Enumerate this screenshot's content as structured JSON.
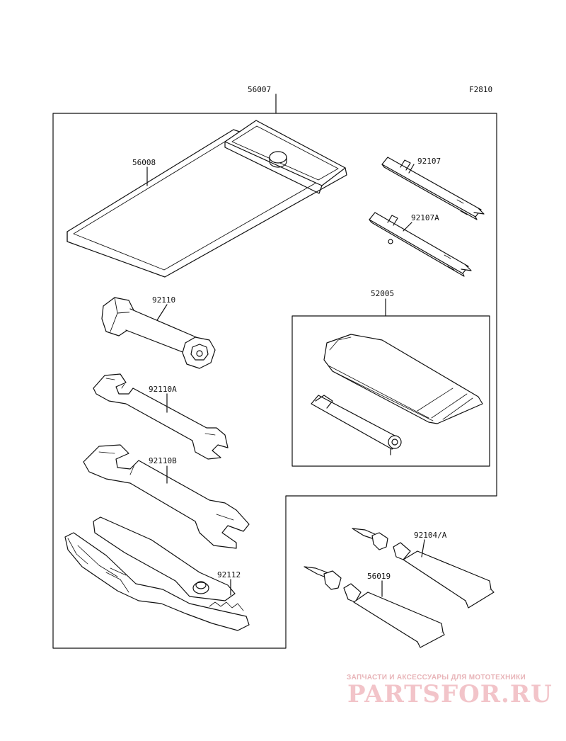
{
  "figure_code": "F2810",
  "parts": {
    "case_set": "56007",
    "case": "56008",
    "screwdriver": "92107",
    "screwdriver_a": "92107A",
    "plug_wrench": "92110",
    "wrench_a": "92110A",
    "wrench_b": "92110B",
    "pliers": "92112",
    "repair_kit": "52005",
    "tube_a": "92104/A",
    "tube": "56019"
  },
  "watermark": {
    "tagline": "ЗАПЧАСТИ И АКСЕССУАРЫ ДЛЯ МОТОТЕХНИКИ",
    "logo": "PARTSFOR.RU"
  },
  "colors": {
    "line": "#111111",
    "watermark": "#f2c4c9"
  }
}
